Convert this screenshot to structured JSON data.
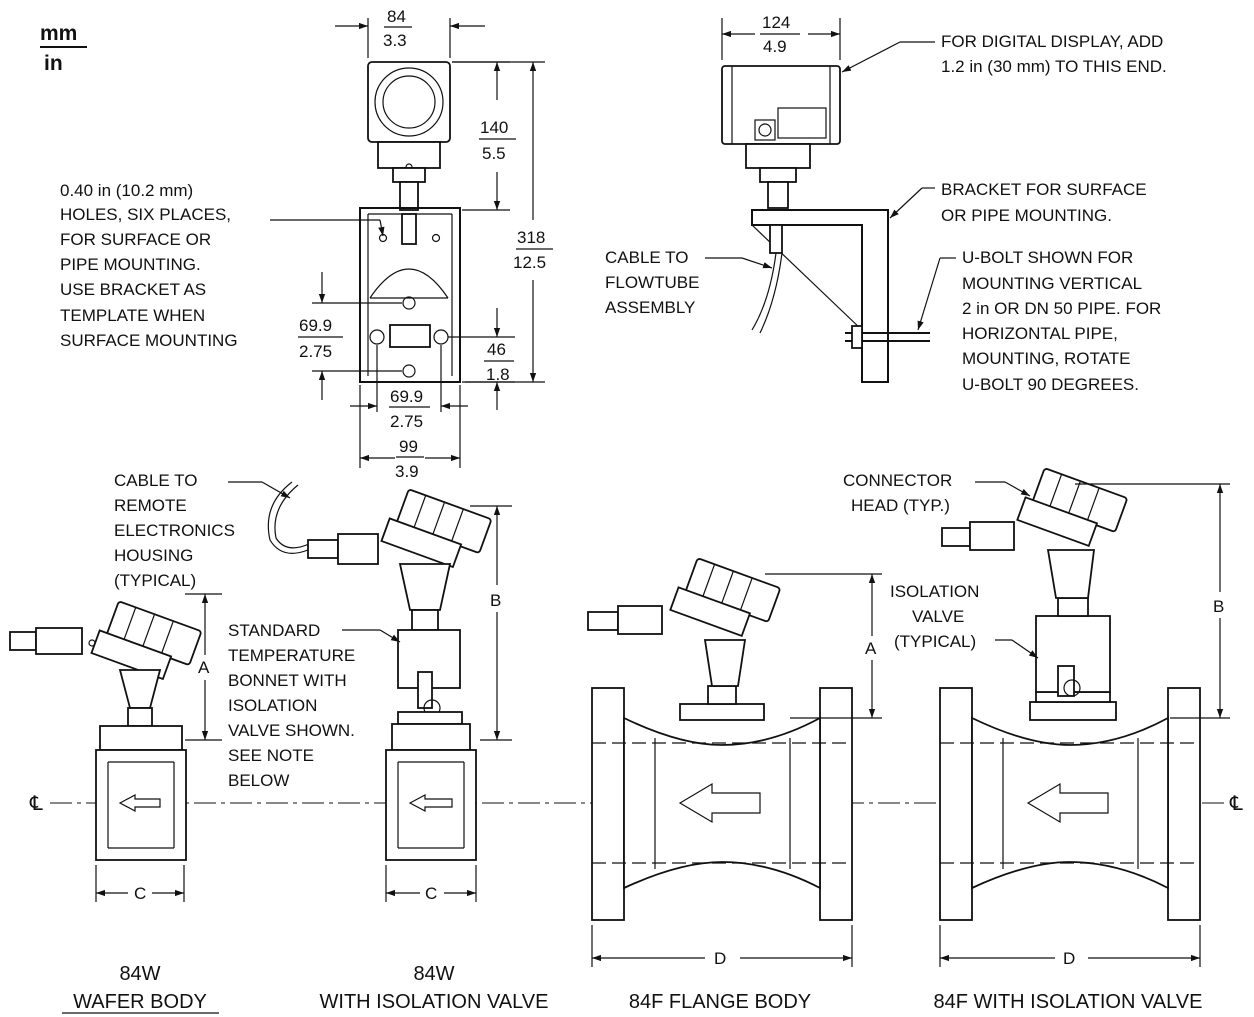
{
  "units": {
    "top": "mm",
    "bottom": "in"
  },
  "top_view": {
    "width_mm": "84",
    "width_in": "3.3",
    "head_height_mm": "140",
    "head_height_in": "5.5",
    "total_height_mm": "318",
    "total_height_in": "12.5",
    "hole_vert_mm": "69.9",
    "hole_vert_in": "2.75",
    "hole_offset_mm": "46",
    "hole_offset_in": "1.8",
    "hole_horiz_mm": "69.9",
    "hole_horiz_in": "2.75",
    "bracket_width_mm": "99",
    "bracket_width_in": "3.9",
    "holes_note": [
      "0.40 in (10.2 mm)",
      "HOLES, SIX PLACES,",
      "FOR SURFACE OR",
      "PIPE MOUNTING.",
      "USE BRACKET AS",
      "TEMPLATE WHEN",
      "SURFACE MOUNTING"
    ]
  },
  "side_view": {
    "width_mm": "124",
    "width_in": "4.9",
    "display_note": [
      "FOR DIGITAL DISPLAY, ADD",
      "1.2 in (30 mm) TO THIS END."
    ],
    "bracket_note": [
      "BRACKET FOR SURFACE",
      "OR PIPE MOUNTING."
    ],
    "cable_note": [
      "CABLE TO",
      "FLOWTUBE",
      "ASSEMBLY"
    ],
    "ubolt_note": [
      "U-BOLT SHOWN FOR",
      "MOUNTING VERTICAL",
      "2 in OR DN 50 PIPE. FOR",
      "HORIZONTAL PIPE,",
      "MOUNTING, ROTATE",
      "U-BOLT 90 DEGREES."
    ]
  },
  "lower": {
    "cable_remote_note": [
      "CABLE TO",
      "REMOTE",
      "ELECTRONICS",
      "HOUSING",
      "(TYPICAL)"
    ],
    "bonnet_note": [
      "STANDARD",
      "TEMPERATURE",
      "BONNET WITH",
      "ISOLATION",
      "VALVE SHOWN.",
      "SEE NOTE",
      "BELOW"
    ],
    "connector_note": [
      "CONNECTOR",
      "HEAD (TYP.)"
    ],
    "isolation_note": [
      "ISOLATION",
      "VALVE",
      "(TYPICAL)"
    ],
    "dims": {
      "a": "A",
      "b": "B",
      "c": "C",
      "d": "D"
    },
    "centerline": "℄",
    "captions": {
      "wafer_top": "84W",
      "wafer_bottom": "WAFER BODY",
      "wafer_iso_top": "84W",
      "wafer_iso_bottom": "WITH ISOLATION VALVE",
      "flange": "84F FLANGE BODY",
      "flange_iso": "84F WITH ISOLATION VALVE"
    }
  }
}
